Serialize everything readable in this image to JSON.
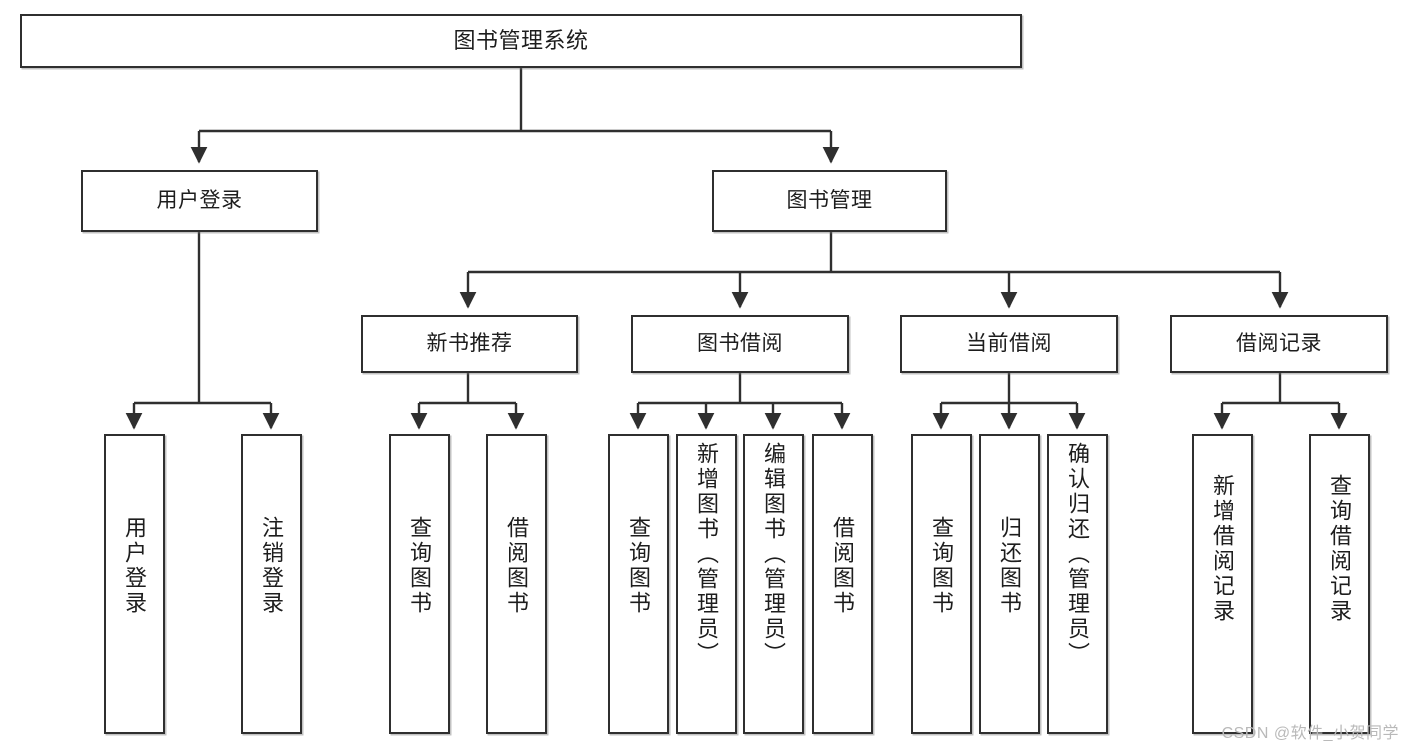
{
  "diagram": {
    "title": "图书管理系统",
    "type": "tree",
    "watermark": "CSDN @软件_小贺同学",
    "colors": {
      "stroke": "#2f2f2f",
      "fill": "#ffffff",
      "text": "#1d1d1d",
      "watermark": "#b9b9b9"
    },
    "nodes": {
      "root": {
        "label": "图书管理系统"
      },
      "level2": [
        {
          "id": "user-login",
          "label": "用户登录"
        },
        {
          "id": "book-manage",
          "label": "图书管理"
        }
      ],
      "level3": [
        {
          "id": "new-book-recommend",
          "label": "新书推荐"
        },
        {
          "id": "book-borrow",
          "label": "图书借阅"
        },
        {
          "id": "current-borrow",
          "label": "当前借阅"
        },
        {
          "id": "borrow-record",
          "label": "借阅记录"
        }
      ],
      "leaves": [
        {
          "id": "leaf-user-login",
          "label": "用户登录",
          "parent": "user-login"
        },
        {
          "id": "leaf-logout",
          "label": "注销登录",
          "parent": "user-login"
        },
        {
          "id": "leaf-query-book-1",
          "label": "查询图书",
          "parent": "new-book-recommend"
        },
        {
          "id": "leaf-borrow-book-1",
          "label": "借阅图书",
          "parent": "new-book-recommend"
        },
        {
          "id": "leaf-query-book-2",
          "label": "查询图书",
          "parent": "book-borrow"
        },
        {
          "id": "leaf-add-book",
          "label": "新增图书（管理员）",
          "parent": "book-borrow"
        },
        {
          "id": "leaf-edit-book",
          "label": "编辑图书（管理员）",
          "parent": "book-borrow"
        },
        {
          "id": "leaf-borrow-book-2",
          "label": "借阅图书",
          "parent": "book-borrow"
        },
        {
          "id": "leaf-query-book-3",
          "label": "查询图书",
          "parent": "current-borrow"
        },
        {
          "id": "leaf-return-book",
          "label": "归还图书",
          "parent": "current-borrow"
        },
        {
          "id": "leaf-confirm-return",
          "label": "确认归还（管理员）",
          "parent": "current-borrow"
        },
        {
          "id": "leaf-add-record",
          "label": "新增借阅记录",
          "parent": "borrow-record"
        },
        {
          "id": "leaf-query-record",
          "label": "查询借阅记录",
          "parent": "borrow-record"
        }
      ]
    }
  }
}
